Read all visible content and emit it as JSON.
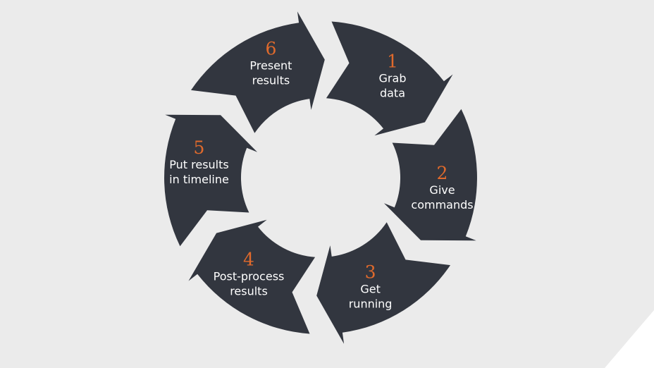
{
  "colors": {
    "background": "#ebebeb",
    "segment": "#32363f",
    "number": "#e06a2c",
    "label": "#ffffff",
    "corner": "#ffffff"
  },
  "diagram": {
    "type": "cycle",
    "direction": "clockwise",
    "steps": [
      {
        "number": "1",
        "lines": [
          "Grab",
          "data"
        ]
      },
      {
        "number": "2",
        "lines": [
          "Give",
          "commands"
        ]
      },
      {
        "number": "3",
        "lines": [
          "Get",
          "running"
        ]
      },
      {
        "number": "4",
        "lines": [
          "Post-process",
          "results"
        ]
      },
      {
        "number": "5",
        "lines": [
          "Put results",
          "in timeline"
        ]
      },
      {
        "number": "6",
        "lines": [
          "Present",
          "results"
        ]
      }
    ]
  }
}
